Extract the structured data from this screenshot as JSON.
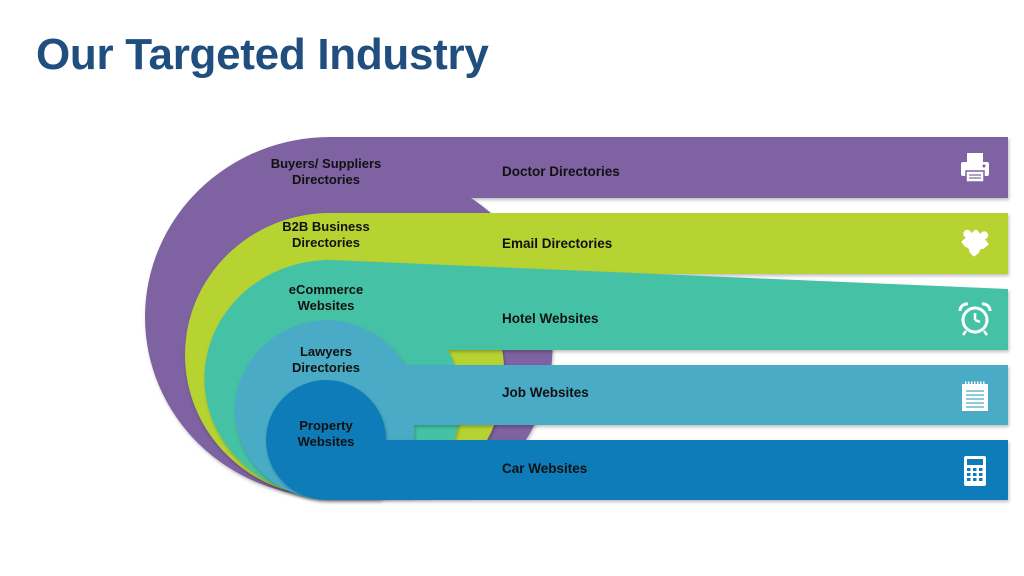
{
  "title": "Our Targeted Industry",
  "rings": [
    {
      "label": "Buyers/ Suppliers\nDirectories",
      "icon": "printer-icon",
      "color": "#7e62a1"
    },
    {
      "label": "B2B Business\nDirectories",
      "icon": "puzzle-icon",
      "color": "#b7d332"
    },
    {
      "label": "eCommerce\nWebsites",
      "icon": "alarm-clock-icon",
      "color": "#45c2a5"
    },
    {
      "label": "Lawyers\nDirectories",
      "icon": "notepad-icon",
      "color": "#4aabc6"
    },
    {
      "label": "Property\nWebsites",
      "icon": "calculator-icon",
      "color": "#0e7cb8"
    }
  ],
  "bands": [
    {
      "label": "Doctor Directories"
    },
    {
      "label": "Email Directories"
    },
    {
      "label": "Hotel Websites"
    },
    {
      "label": "Job Websites"
    },
    {
      "label": "Car Websites"
    }
  ],
  "colors": {
    "title": "#1f4e7f"
  }
}
